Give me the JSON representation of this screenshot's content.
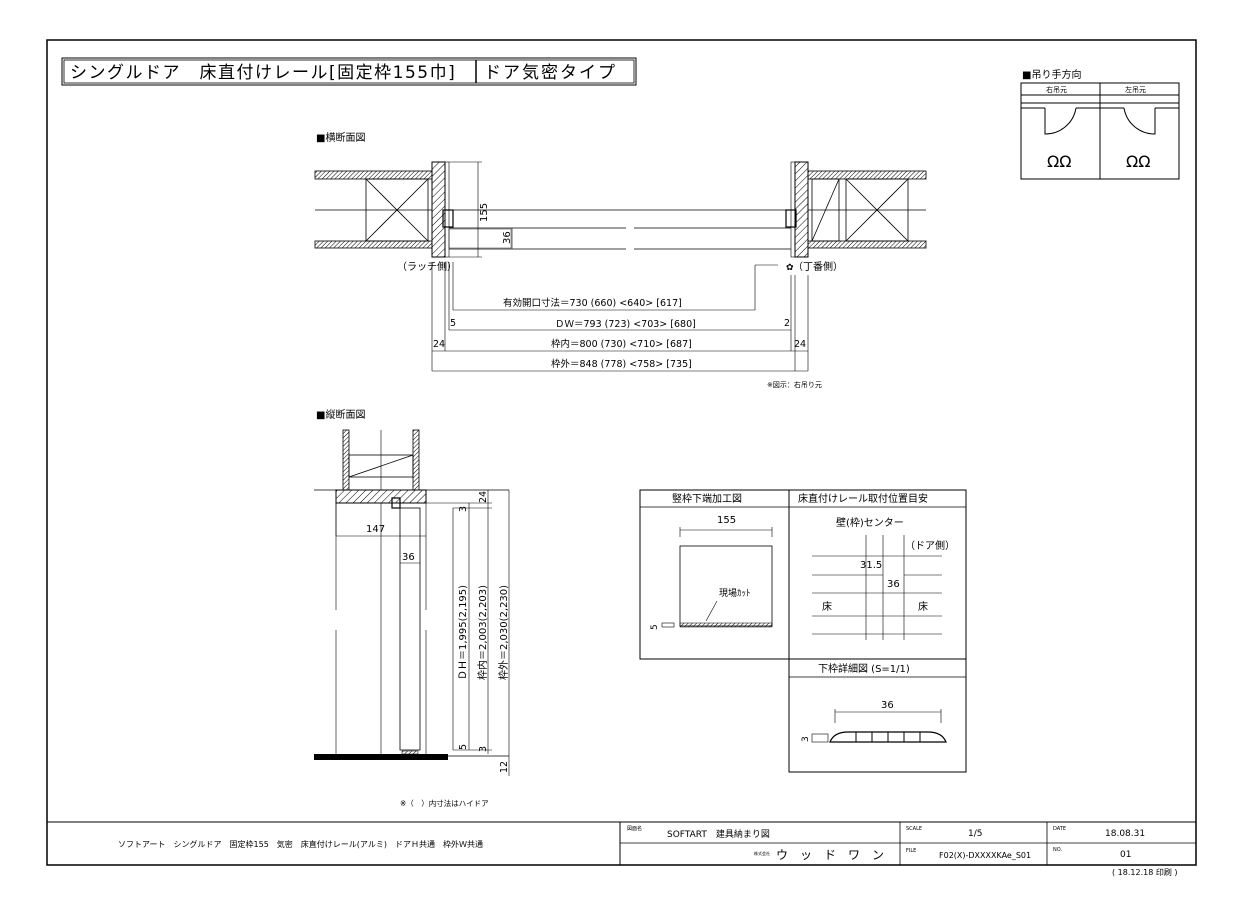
{
  "title": {
    "main": "シングルドア　床直付けレール[固定枠155巾]",
    "badge": "ドア気密タイプ"
  },
  "hinge_panel": {
    "heading": "■吊り手方向",
    "right": "右吊元",
    "left": "左吊元"
  },
  "plan_section": {
    "heading": "■横断面図",
    "dim_155": "155",
    "dim_36": "36",
    "latch_label": "（ラッチ側）",
    "hinge_label": "（丁番側）",
    "opening": "有効開口寸法＝730 (660) <640> [617]",
    "dw": "ＤＷ＝793 (723) <703> [680]",
    "frame_inner": "枠内＝800 (730) <710> [687]",
    "frame_outer": "枠外＝848 (778) <758> [735]",
    "d5": "5",
    "d2": "2",
    "d24a": "24",
    "d24b": "24",
    "note": "※図示：右吊り元"
  },
  "elevation_section": {
    "heading": "■縦断面図",
    "d147": "147",
    "d36": "36",
    "d24": "24",
    "d3a": "3",
    "d5": "5",
    "d3b": "3",
    "d12": "12",
    "dh": "ＤＨ＝1,995(2,195)",
    "frame_inner": "枠内＝2,003(2,203)",
    "frame_outer": "枠外＝2,030(2,230)",
    "note": "※（　）内寸法はハイドア"
  },
  "detail_a": {
    "heading": "竪枠下端加工図",
    "d155": "155",
    "field_cut": "現場ｶｯﾄ",
    "d5": "5"
  },
  "detail_b": {
    "heading": "床直付けレール取付位置目安",
    "wall_center": "壁(枠)センター",
    "door_side": "（ドア側）",
    "d315": "31.5",
    "d36": "36",
    "floor_l": "床",
    "floor_r": "床"
  },
  "detail_c": {
    "heading": "下枠詳細図 (S=1/1)",
    "d36": "36",
    "d3": "3"
  },
  "title_block": {
    "description": "ソフトアート　シングルドア　固定枠155　気密　床直付けレール(アルミ)　ドアＨ共通　枠外Ｗ共通",
    "name_label": "図面名",
    "name": "SOFTART　建具納まり図",
    "company_label": "株式会社",
    "company": "ウ　ッ　ド　ワ　ン",
    "scale_label": "SCALE",
    "scale": "1/5",
    "file_label": "FILE",
    "file": "F02(X)-DXXXXKAe_S01",
    "date_label": "DATE",
    "date": "18.08.31",
    "no_label": "NO.",
    "no": "01",
    "printed": "( 18.12.18 印刷 )"
  },
  "colors": {
    "line": "#000000",
    "paper": "#ffffff"
  }
}
